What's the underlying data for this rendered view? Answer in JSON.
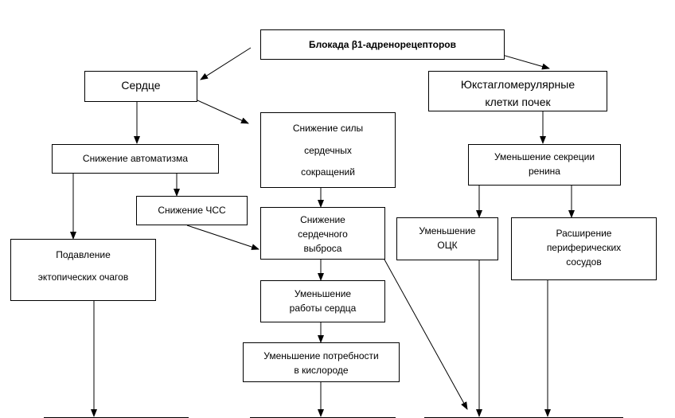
{
  "nodes": {
    "blockade": {
      "lines": [
        "Блокада β1-адренорецепторов"
      ],
      "bold": true
    },
    "heart": {
      "lines": [
        "Сердце"
      ]
    },
    "jga": {
      "lines": [
        "Юкстагломерулярные",
        "клетки почек"
      ]
    },
    "contractility": {
      "lines": [
        "Снижение силы",
        "сердечных",
        "сокращений"
      ]
    },
    "automatism": {
      "lines": [
        "Снижение автоматизма"
      ]
    },
    "renin": {
      "lines": [
        "Уменьшение секреции",
        "ренина"
      ]
    },
    "hr": {
      "lines": [
        "Снижение ЧСС"
      ]
    },
    "output": {
      "lines": [
        "Снижение",
        "сердечного",
        "выброса"
      ]
    },
    "bcv": {
      "lines": [
        "Уменьшение",
        "ОЦК"
      ]
    },
    "vasodilation": {
      "lines": [
        "Расширение",
        "периферических",
        "сосудов"
      ]
    },
    "ectopic": {
      "lines": [
        "Подавление",
        "эктопических очагов"
      ]
    },
    "workload": {
      "lines": [
        "Уменьшение",
        "работы сердца"
      ]
    },
    "oxygen": {
      "lines": [
        "Уменьшение потребности",
        "в кислороде"
      ]
    }
  }
}
